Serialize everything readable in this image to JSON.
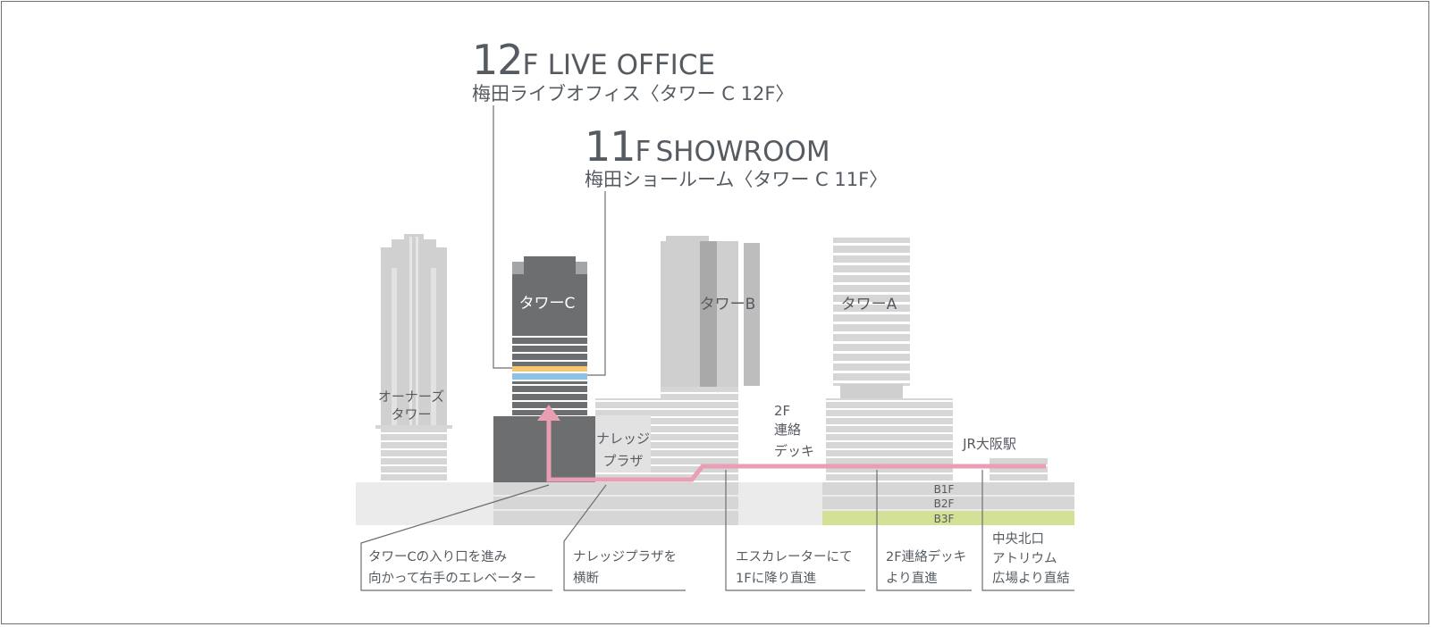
{
  "headings": {
    "office": {
      "floor_num": "12",
      "floor_suffix": "F",
      "title": "LIVE OFFICE",
      "subtitle": "梅田ライブオフィス〈タワー C 12F〉"
    },
    "showroom": {
      "floor_num": "11",
      "floor_suffix": "F",
      "title": "SHOWROOM",
      "subtitle": "梅田ショールーム〈タワー C 11F〉"
    }
  },
  "buildings": {
    "owners_l1": "オーナーズ",
    "owners_l2": "タワー",
    "tower_c": "タワーC",
    "tower_b": "タワーB",
    "tower_a": "タワーA",
    "plaza_l1": "ナレッジ",
    "plaza_l2": "プラザ",
    "deck_l1": "2F",
    "deck_l2": "連絡",
    "deck_l3": "デッキ",
    "jr": "JR大阪駅",
    "b1f": "B1F",
    "b2f": "B2F",
    "b3f": "B3F"
  },
  "callouts": {
    "c1_l1": "タワーCの入り口を進み",
    "c1_l2": "向かって右手のエレベーター",
    "c2_l1": "ナレッジプラザを",
    "c2_l2": "横断",
    "c3_l1": "エスカレーターにて",
    "c3_l2": "1Fに降り直進",
    "c4_l1": "2F連絡デッキ",
    "c4_l2": "より直進",
    "c5_l1": "中央北口",
    "c5_l2": "アトリウム",
    "c5_l3": "広場より直結"
  },
  "colors": {
    "route": "#e89fb4",
    "office_floor": "#f2c96e",
    "showroom_floor": "#8cc2ea",
    "b3f_highlight": "#d3e196",
    "tower_c": "#6d6e70",
    "buildings": "#cfcfcf"
  }
}
